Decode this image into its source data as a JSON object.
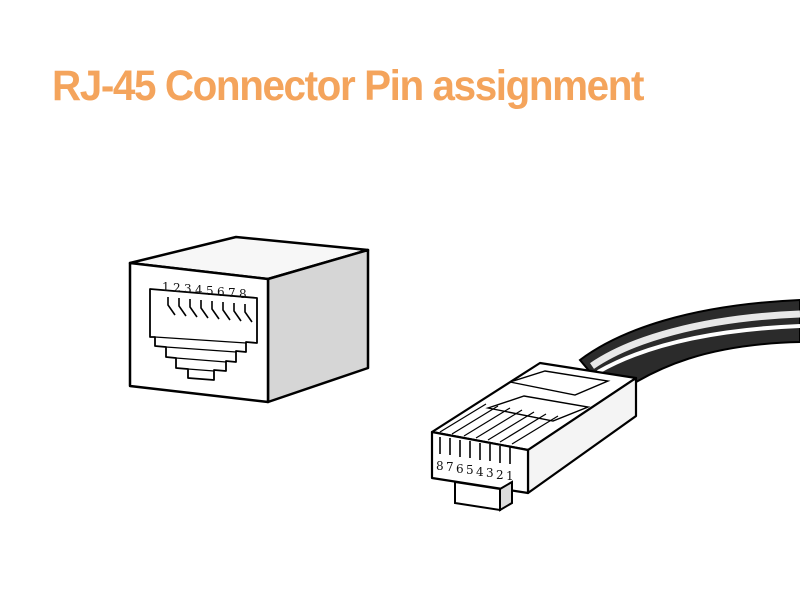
{
  "title": "RJ-45 Connector Pin assignment",
  "jack": {
    "pin_labels": [
      "1",
      "2",
      "3",
      "4",
      "5",
      "6",
      "7",
      "8"
    ]
  },
  "plug": {
    "pin_labels": [
      "8",
      "7",
      "6",
      "5",
      "4",
      "3",
      "2",
      "1"
    ]
  },
  "colors": {
    "title": "#f4a45c",
    "outline": "#000000",
    "face": "#ffffff",
    "side": "#d9d9d9",
    "cable": "#2a2a2a"
  }
}
